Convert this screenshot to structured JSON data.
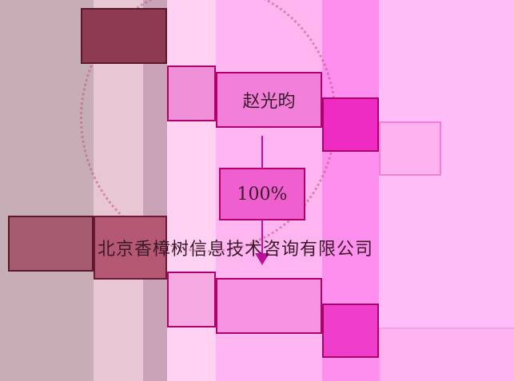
{
  "diagram": {
    "shareholder": "赵光昀",
    "percentage": "100%",
    "company": "北京香樟树信息技术咨询有限公司"
  },
  "colors": {
    "strip1": "#c7aeb6",
    "strip2": "#e6c4d3",
    "strip3": "#f3c7e8",
    "strip4": "#ffb9ef",
    "strip5": "#ff8ff0",
    "strip6": "#ffbcf7",
    "line": "#c0109b"
  }
}
